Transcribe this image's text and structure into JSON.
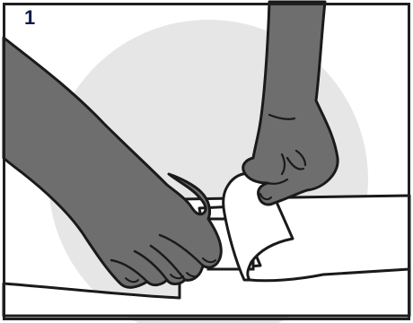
{
  "step": {
    "number": "1"
  },
  "colors": {
    "frame": "#1f1f1f",
    "background_circle": "#e6e6e6",
    "skin": "#6e6e6e",
    "skin_outline": "#1a1a1a",
    "dressing": "#ffffff",
    "step_number": "#111a4a"
  },
  "illustration": {
    "subject": "two-hands-applying-adhesive-dressing-to-skin",
    "elements": [
      "left-hand-pressing-skin",
      "right-hand-peeling-backing",
      "dressing-pad",
      "peeled-backing-flap",
      "skin-surface"
    ]
  }
}
